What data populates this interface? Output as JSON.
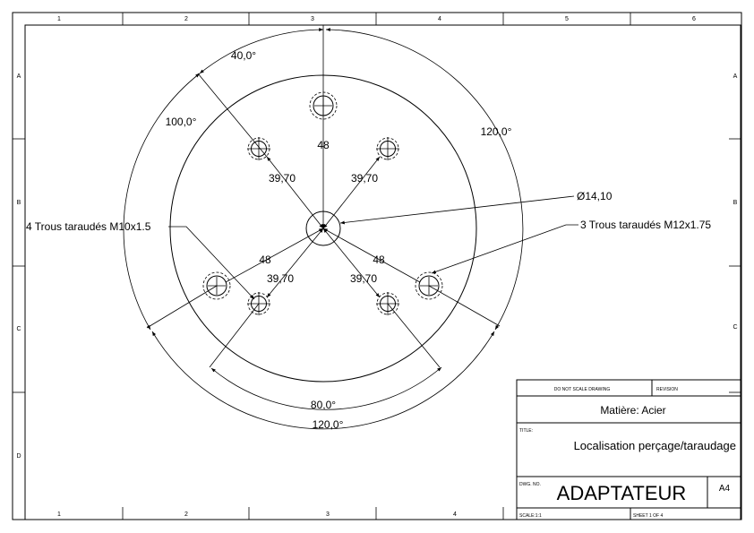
{
  "frame": {
    "top_columns": [
      "1",
      "2",
      "3",
      "4",
      "5",
      "6"
    ],
    "bottom_columns": [
      "1",
      "2",
      "3",
      "4"
    ],
    "rows": [
      "A",
      "B",
      "C",
      "D"
    ]
  },
  "dimensions": {
    "angle_top_left": "40,0°",
    "angle_left": "100,0°",
    "angle_right": "120,0°",
    "angle_bottom_inner": "80,0°",
    "angle_bottom_outer": "120,0°",
    "radius_top": "48",
    "radius_left": "48",
    "radius_right": "48",
    "dist_upper_left": "39,70",
    "dist_upper_right": "39,70",
    "dist_lower_left": "39,70",
    "dist_lower_right": "39,70",
    "diameter_center": "Ø14,10"
  },
  "callouts": {
    "m10": "4 Trous taraudés M10x1.5",
    "m12": "3 Trous taraudés M12x1.75"
  },
  "title_block": {
    "do_not_scale": "DO NOT SCALE DRAWING",
    "revision_label": "REVISION",
    "material": "Matière: Acier",
    "title_label": "TITLE:",
    "title": "Localisation perçage/taraudage",
    "dwg_no_label": "DWG. NO.",
    "dwg_no": "ADAPTATEUR",
    "size": "A4",
    "scale": "SCALE:1:1",
    "sheet": "SHEET 1 OF 4"
  }
}
